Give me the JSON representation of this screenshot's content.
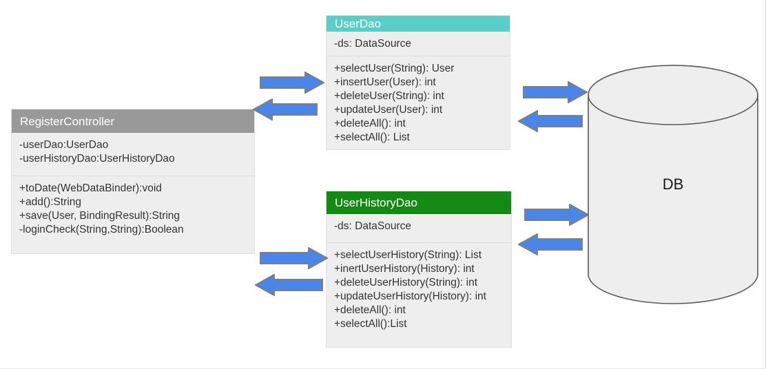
{
  "diagram": {
    "title": "Layered architecture class diagram",
    "background": "#ffffff",
    "colors": {
      "controller_header": "#999999",
      "userdao_header": "#5bcdc9",
      "userhistorydao_header": "#148a14",
      "box_body": "#eeeeee",
      "arrow_fill": "#4a86e8",
      "arrow_stroke": "#7f7f7f",
      "cylinder_fill": "#eeeeee",
      "cylinder_stroke": "#595959"
    }
  },
  "classes": {
    "register_controller": {
      "name": "RegisterController",
      "attributes": [
        "-userDao:UserDao",
        "-userHistoryDao:UserHistoryDao"
      ],
      "operations": [
        "+toDate(WebDataBinder):void",
        "+add():String",
        "+save(User, BindingResult):String",
        "-loginCheck(String,String):Boolean"
      ]
    },
    "user_dao": {
      "name": "UserDao",
      "attributes": [
        "-ds: DataSource"
      ],
      "operations": [
        "+selectUser(String): User",
        "+insertUser(User): int",
        "+deleteUser(String): int",
        "+updateUser(User): int",
        "+deleteAll(): int",
        "+selectAll(): List"
      ]
    },
    "user_history_dao": {
      "name": "UserHistoryDao",
      "attributes": [
        "-ds: DataSource"
      ],
      "operations": [
        "+selectUserHistory(String): List",
        "+inertUserHistory(History): int",
        "+deleteUserHistory(String): int",
        "+updateUserHistory(History): int",
        "+deleteAll(): int",
        "+selectAll():List"
      ]
    }
  },
  "database": {
    "label": "DB"
  },
  "arrows": [
    {
      "id": "controller-to-userdao",
      "direction": "right"
    },
    {
      "id": "userdao-to-controller",
      "direction": "left"
    },
    {
      "id": "userdao-to-db",
      "direction": "right"
    },
    {
      "id": "db-to-userdao",
      "direction": "left"
    },
    {
      "id": "userhistorydao-to-db",
      "direction": "right"
    },
    {
      "id": "db-to-userhistorydao",
      "direction": "left"
    },
    {
      "id": "controller-to-userhistorydao",
      "direction": "right"
    },
    {
      "id": "userhistorydao-to-controller",
      "direction": "left"
    }
  ]
}
